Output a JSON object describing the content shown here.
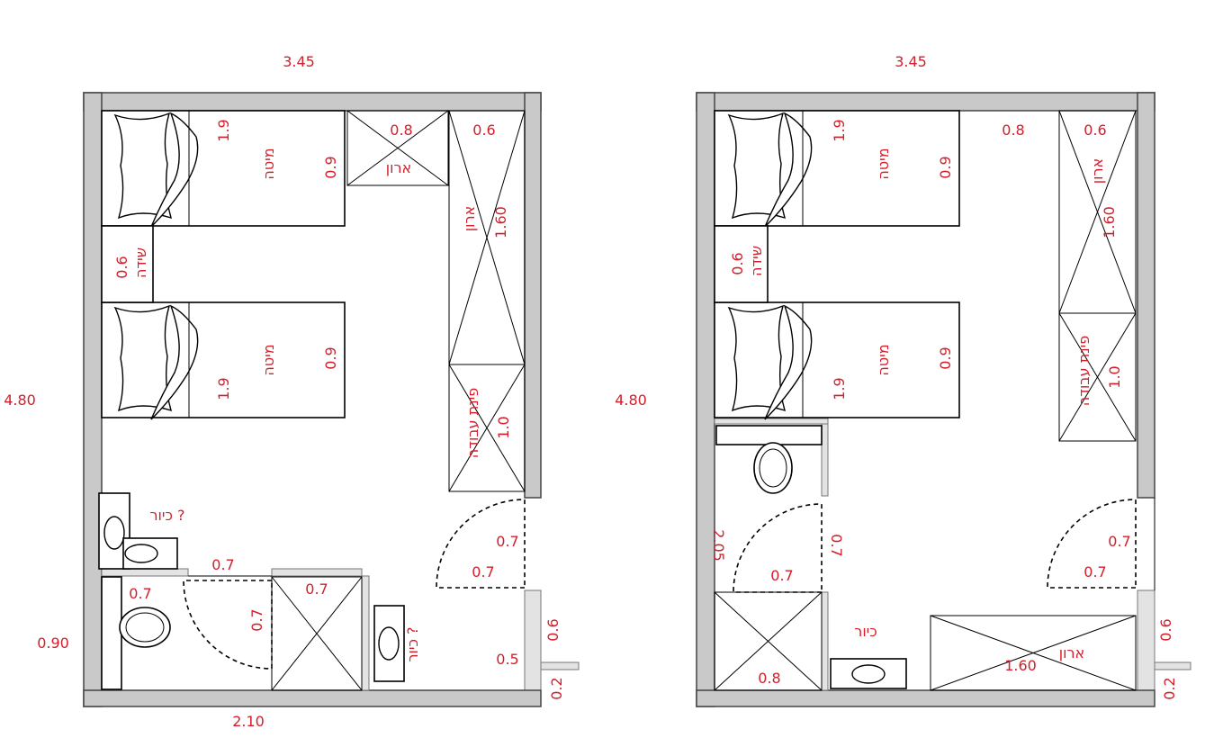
{
  "plan_left": {
    "width_top": "3.45",
    "height_side": "4.80",
    "bathroom_height": "0.90",
    "bathroom_width": "2.10",
    "bed1": {
      "label": "מיטה",
      "length": "1.9",
      "width": "0.9"
    },
    "bed2": {
      "label": "מיטה",
      "length": "1.9",
      "width": "0.9"
    },
    "dresser": {
      "label": "שידה",
      "size": "0.6"
    },
    "closet_small": {
      "label": "ארון",
      "size": "0.8"
    },
    "closet_tall": {
      "label": "ארון",
      "depth": "0.6",
      "length": "1.60"
    },
    "work_corner": {
      "label": "פינת עבודה",
      "length": "1.0"
    },
    "sink_question": "כיור ?",
    "sink_question_2": "כיור ?",
    "entry_door_a": "0.7",
    "entry_door_b": "0.7",
    "bath_door_top": "0.7",
    "toilet_dim": "0.7",
    "bath_door_side": "0.7",
    "shower_dim": "0.7",
    "wall_segment": "0.5",
    "wall_depth": "0.6",
    "wall_thickness": "0.2"
  },
  "plan_right": {
    "width_top": "3.45",
    "height_side": "4.80",
    "gap_top": "0.8",
    "bed1": {
      "label": "מיטה",
      "length": "1.9",
      "width": "0.9"
    },
    "bed2": {
      "label": "מיטה",
      "length": "1.9",
      "width": "0.9"
    },
    "dresser": {
      "label": "שידה",
      "size": "0.6"
    },
    "closet_tall": {
      "label": "ארון",
      "depth": "0.6",
      "length": "1.60"
    },
    "work_corner": {
      "label": "פינת עבודה",
      "length": "1.0"
    },
    "bath_length": "2.05",
    "bath_door_side": "0.7",
    "bath_door_bottom": "0.7",
    "shower_dim": "0.8",
    "sink": "כיור",
    "closet_bottom": {
      "label": "ארון",
      "length": "1.60"
    },
    "entry_door_a": "0.7",
    "entry_door_b": "0.7",
    "wall_depth": "0.6",
    "wall_thickness": "0.2"
  }
}
